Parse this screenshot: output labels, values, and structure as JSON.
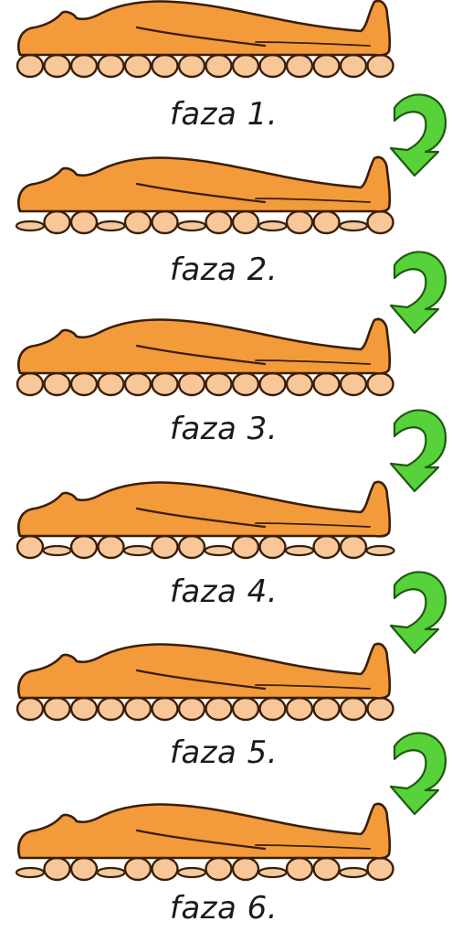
{
  "colors": {
    "body_fill": "#F39A3A",
    "body_stroke": "#3A1E06",
    "cell_inflated": "#F7C79A",
    "cell_deflated": "#F3C9A1",
    "cell_stroke": "#3A1E06",
    "arrow_fill": "#58D23A",
    "arrow_stroke": "#1E5A10"
  },
  "phases": [
    {
      "label": "faza 1.",
      "cells": "all-inflated"
    },
    {
      "label": "faza 2.",
      "cells": "alternating-a"
    },
    {
      "label": "faza 3.",
      "cells": "all-inflated"
    },
    {
      "label": "faza 4.",
      "cells": "alternating-b"
    },
    {
      "label": "faza 5.",
      "cells": "all-inflated"
    },
    {
      "label": "faza 6.",
      "cells": "alternating-a"
    }
  ],
  "arrows": [
    {
      "from": "faza 1.",
      "to": "faza 2.",
      "icon": "curved-down-arrow-icon"
    },
    {
      "from": "faza 2.",
      "to": "faza 3.",
      "icon": "curved-down-arrow-icon"
    },
    {
      "from": "faza 3.",
      "to": "faza 4.",
      "icon": "curved-down-arrow-icon"
    },
    {
      "from": "faza 4.",
      "to": "faza 5.",
      "icon": "curved-down-arrow-icon"
    },
    {
      "from": "faza 5.",
      "to": "faza 6.",
      "icon": "curved-down-arrow-icon"
    }
  ]
}
